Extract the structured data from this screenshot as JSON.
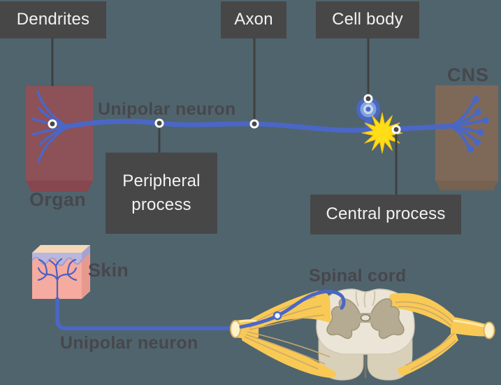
{
  "callouts": {
    "dendrites": {
      "label": "Dendrites"
    },
    "axon": {
      "label": "Axon"
    },
    "cell_body": {
      "label": "Cell body"
    },
    "peripheral_process": {
      "label": "Peripheral process"
    },
    "central_process": {
      "label": "Central process"
    }
  },
  "structures": {
    "cns": "CNS",
    "organ": "Organ",
    "unipolar_neuron_upper": "Unipolar neuron",
    "skin": "Skin",
    "spinal_cord": "Spinal cord",
    "unipolar_neuron_lower": "Unipolar neuron"
  },
  "colors": {
    "background": "#50646e",
    "callout_box": "#474747",
    "callout_text": "#f2f2f2",
    "structure_label_text": "#47474b",
    "neuron_blue": "#4a67c6",
    "organ_red": "#8d5158",
    "cns_brown": "#7e6959",
    "star_yellow": "#ffdd17",
    "nerve_yellow": "#f8c955",
    "cord_cream": "#eae5d6",
    "cord_bottom": "#d9d0ba",
    "gray_matter": "#b5aa92",
    "skin_front_pink": "#f5ab9f",
    "skin_top_cream": "#f6d7b8",
    "epidermis_lavender": "#b9b7dc"
  }
}
